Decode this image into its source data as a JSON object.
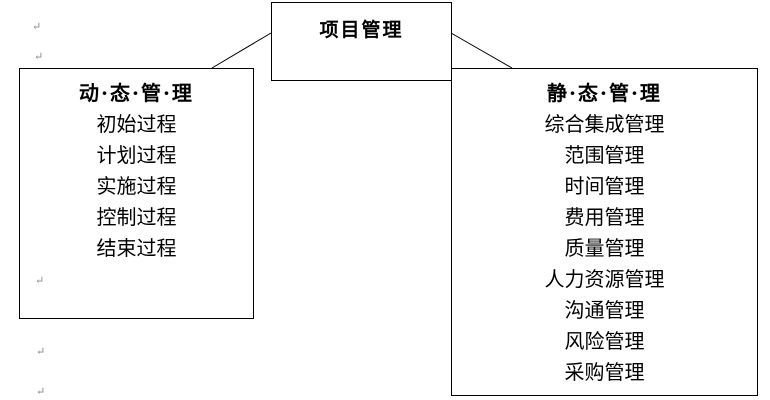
{
  "root": {
    "title": "项目管理"
  },
  "dynamic": {
    "title": "动·态·管·理",
    "items": [
      "初始过程",
      "计划过程",
      "实施过程",
      "控制过程",
      "结束过程"
    ]
  },
  "static": {
    "title": "静·态·管·理",
    "items": [
      "综合集成管理",
      "范围管理",
      "时间管理",
      "费用管理",
      "质量管理",
      "人力资源管理",
      "沟通管理",
      "风险管理",
      "采购管理"
    ]
  },
  "paragraph_mark": "↵"
}
